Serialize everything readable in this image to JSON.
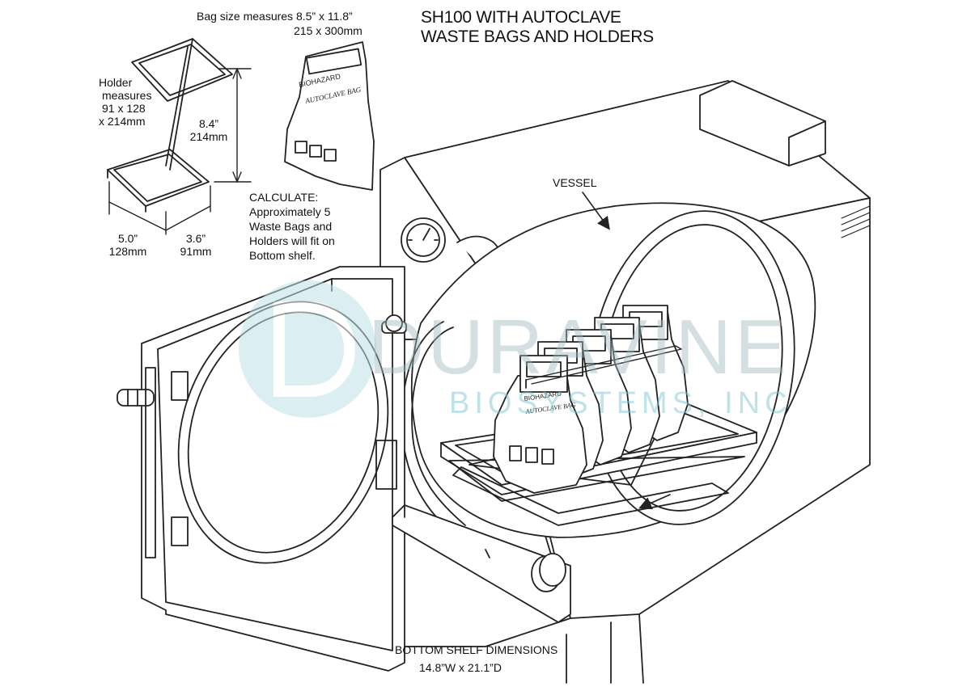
{
  "title": {
    "line1": "SH100 WITH AUTOCLAVE",
    "line2": "WASTE BAGS AND HOLDERS"
  },
  "bag_size": {
    "line1": "Bag size measures 8.5” x 11.8”",
    "line2": "215 x 300mm"
  },
  "holder": {
    "line1": "Holder",
    "line2": "measures",
    "line3": "91 x 128",
    "line4": "x 214mm",
    "height_in": "8.4”",
    "height_mm": "214mm",
    "width_in": "5.0”",
    "width_mm": "128mm",
    "depth_in": "3.6”",
    "depth_mm": "91mm"
  },
  "calculate": {
    "heading": "CALCULATE:",
    "line1": "Approximately 5",
    "line2": "Waste Bags and",
    "line3": "Holders will fit on",
    "line4": "Bottom shelf."
  },
  "vessel_label": "VESSEL",
  "bottom_shelf": {
    "line1": "BOTTOM SHELF DIMENSIONS",
    "line2": "14.8”W x 21.1”D"
  },
  "bag_print": {
    "top": "BIOHAZARD",
    "bottom": "AUTOCLAVE BAG"
  },
  "watermark": {
    "word1": "DURAVINE",
    "word2": "BIOSYSTEMS, INC",
    "color": "#7fc6d0"
  },
  "line_color": "#222222"
}
